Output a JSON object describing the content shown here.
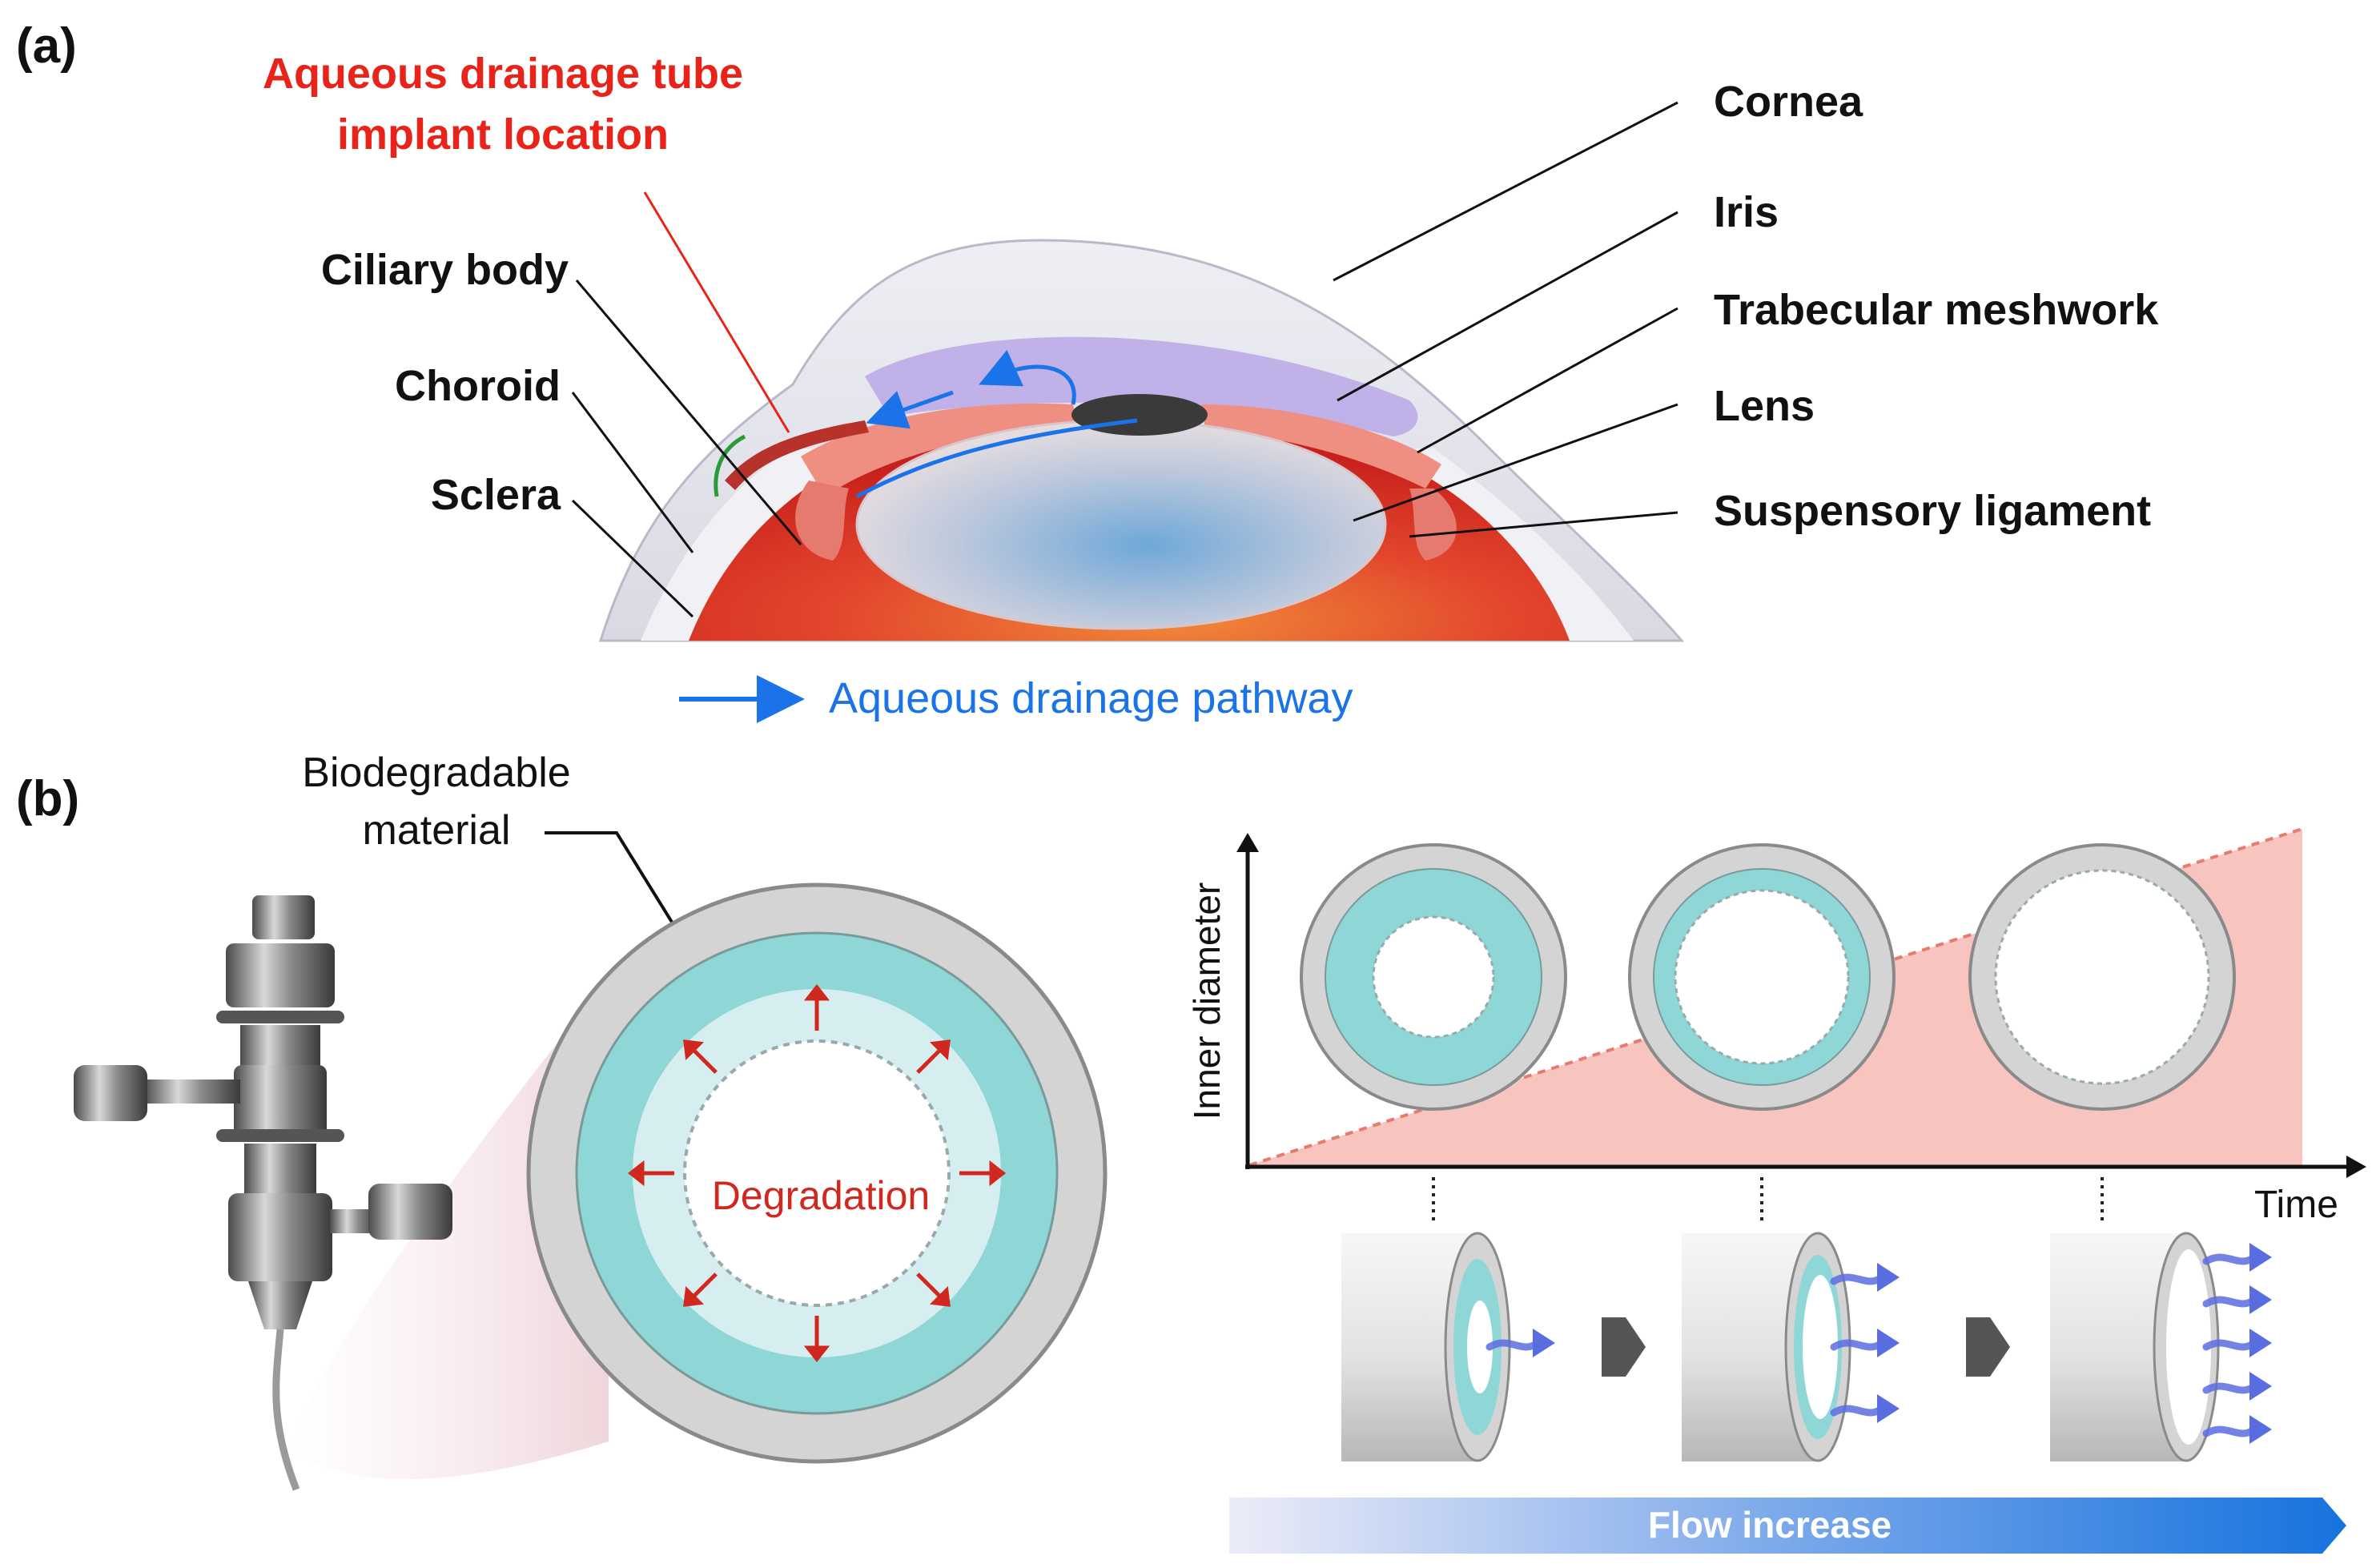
{
  "panel_a": {
    "tag": "(a)",
    "implant_line1": "Aqueous drainage tube",
    "implant_line2": "implant location",
    "labels_left": [
      "Ciliary body",
      "Choroid",
      "Sclera"
    ],
    "labels_right": [
      "Cornea",
      "Iris",
      "Trabecular meshwork",
      "Lens",
      "Suspensory ligament"
    ],
    "pathway_legend": "Aqueous drainage pathway"
  },
  "panel_b": {
    "tag": "(b)",
    "material_line1": "Biodegradable",
    "material_line2": "material",
    "degradation_label": "Degradation",
    "y_axis_label": "Inner diameter",
    "x_axis_label": "Time",
    "flow_label": "Flow increase"
  },
  "colors": {
    "implant_red": "#e8241a",
    "pathway_blue": "#1a73e8",
    "teal": "#8fd6d6",
    "light_teal": "#d7eef0",
    "gray_ring": "#cfcfcf",
    "degradation_red": "#d0281e",
    "area_pink": "#f7c4c0",
    "flow_arrow_blue": "#5a6de0"
  }
}
